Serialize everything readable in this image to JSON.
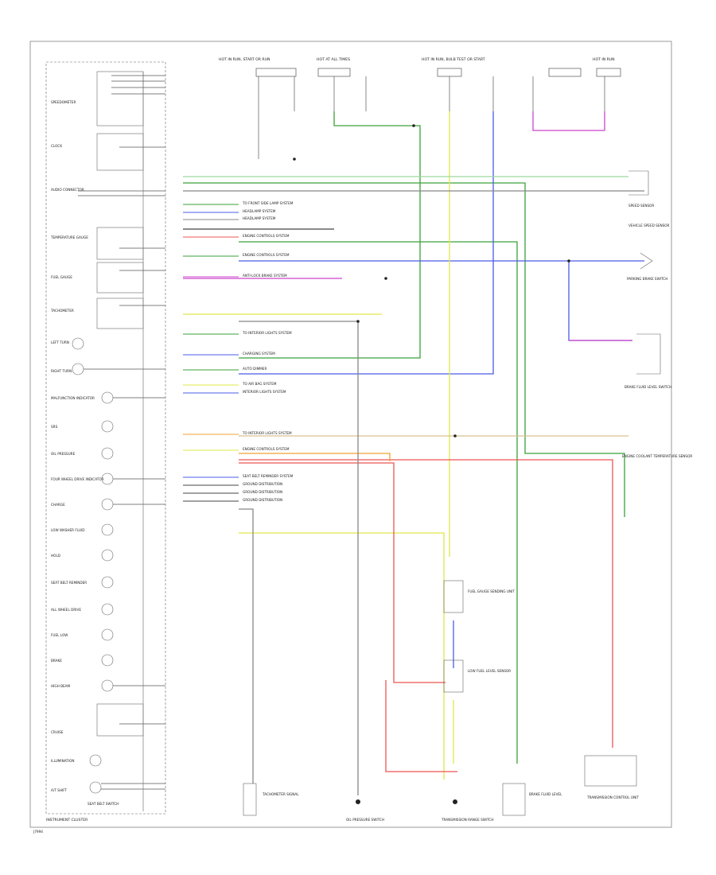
{
  "titles": {
    "cluster": "INSTRUMENT CLUSTER",
    "page_code": "J7994",
    "top_hot_in_run_start": "HOT IN RUN, START OR RUN",
    "top_hot_at_all_times": "HOT AT ALL TIMES",
    "top_hot_in_run_bulb": "HOT IN RUN, BULB TEST OR START",
    "top_hot_in_run": "HOT IN RUN"
  },
  "left_components": [
    "SPEEDOMETER",
    "CLOCK",
    "AUDIO CONNECTOR",
    "TEMPERATURE GAUGE",
    "FUEL GAUGE",
    "TACHOMETER",
    "LEFT TURN",
    "RIGHT TURN",
    "MALFUNCTION INDICATOR",
    "SRS",
    "OIL PRESSURE",
    "FOUR WHEEL DRIVE INDICATOR",
    "CHARGE",
    "LOW WASHER FLUID",
    "HOLD",
    "SEAT BELT REMINDER",
    "ALL WHEEL DRIVE",
    "FUEL LOW",
    "BRAKE",
    "HIGH BEAM",
    "CRUISE",
    "ILLUMINATION",
    "A/T SHIFT"
  ],
  "connector_labels": [
    "TO FRONT SIDE LAMP SYSTEM",
    "HEADLAMP SYSTEM",
    "HEADLAMP SYSTEM",
    "ENGINE CONTROLS SYSTEM",
    "ENGINE CONTROLS SYSTEM",
    "ANTI-LOCK BRAKE SYSTEM",
    "TO INTERIOR LIGHTS SYSTEM",
    "CHARGING SYSTEM",
    "AUTO DIMMER",
    "TO AIR BAG SYSTEM",
    "INTERIOR LIGHTS SYSTEM",
    "TO INTERIOR LIGHTS SYSTEM",
    "ENGINE CONTROLS SYSTEM",
    "SEAT BELT REMINDER SYSTEM",
    "GROUND DISTRIBUTION",
    "GROUND DISTRIBUTION",
    "GROUND DISTRIBUTION"
  ],
  "right_components": [
    "SPEED SENSOR",
    "VEHICLE SPEED SENSOR",
    "PARKING BRAKE SWITCH",
    "BRAKE FLUID LEVEL SWITCH",
    "ENGINE COOLANT TEMPERATURE SENSOR",
    "TRANSMISSION CONTROL UNIT"
  ],
  "bottom_components": [
    "TACHOMETER SIGNAL",
    "OIL PRESSURE SWITCH",
    "FUEL GAUGE SENDING UNIT",
    "LOW FUEL LEVEL SENSOR",
    "TRANSMISSION RANGE SWITCH",
    "BRAKE FLUID LEVEL",
    "SEAT BELT SWITCH"
  ],
  "wire_colors": {
    "green": "#3aa23a",
    "blue": "#4a5ce8",
    "yellow": "#e0e84a",
    "red": "#ee5555",
    "magenta": "#cc44cc",
    "orange": "#f0a030",
    "gray": "#888888",
    "dark": "#444444",
    "light_green": "#9ed89e"
  }
}
